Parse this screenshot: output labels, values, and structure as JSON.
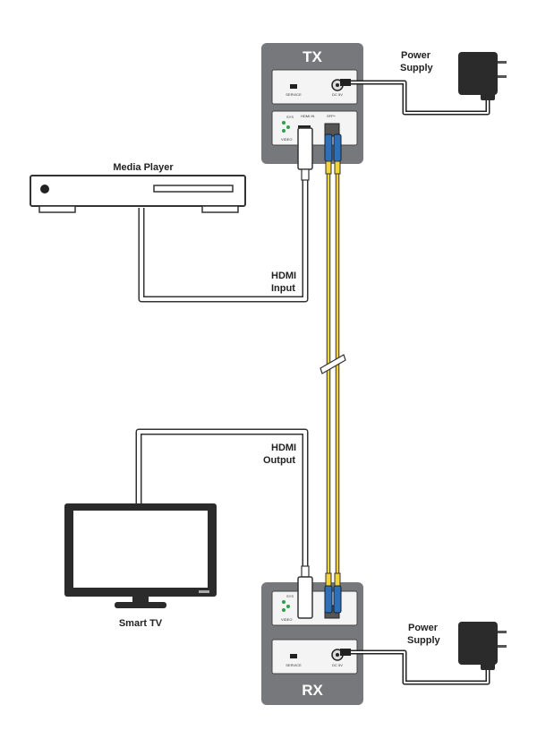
{
  "diagram": {
    "tx_unit": {
      "title": "TX",
      "service_label": "SERVICE",
      "dc_label": "DC 5V",
      "sys_label": "SYS",
      "video_label": "VIDEO",
      "hdmi_label": "HDMI IN",
      "sfp_label": "SFP+"
    },
    "rx_unit": {
      "title": "RX",
      "service_label": "SERVICE",
      "dc_label": "DC 5V",
      "sys_label": "SYS",
      "video_label": "VIDEO"
    },
    "labels": {
      "power_supply_top_line1": "Power",
      "power_supply_top_line2": "Supply",
      "power_supply_bottom_line1": "Power",
      "power_supply_bottom_line2": "Supply",
      "media_player": "Media Player",
      "hdmi_input_line1": "HDMI",
      "hdmi_input_line2": "Input",
      "hdmi_output_line1": "HDMI",
      "hdmi_output_line2": "Output",
      "smart_tv": "Smart TV"
    },
    "colors": {
      "unit_body": "#77787b",
      "fiber": "#f2d33a",
      "fiber_connector": "#2f6fb7",
      "cable": "#ffffff",
      "device": "#2b2b2b"
    }
  }
}
